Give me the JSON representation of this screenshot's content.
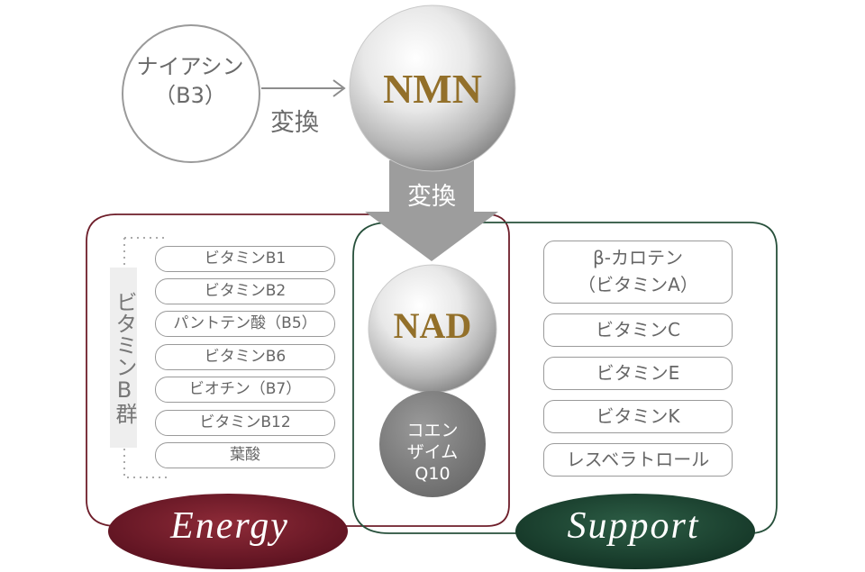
{
  "niacin": {
    "line1": "ナイアシン",
    "line2": "（B3）"
  },
  "conversion_top": "変換",
  "conversion_arrow": "変換",
  "nmn": "NMN",
  "nad": "NAD",
  "coq10": {
    "line1": "コエン",
    "line2": "ザイム",
    "line3": "Q10"
  },
  "vitamin_b_group_label": "ビタミンB群",
  "energy_items": [
    "ビタミンB1",
    "ビタミンB2",
    "パントテン酸（B5）",
    "ビタミンB6",
    "ビオチン（B7）",
    "ビタミンB12",
    "葉酸"
  ],
  "support_items": [
    "β-カロテン",
    "（ビタミンA）",
    "ビタミンC",
    "ビタミンE",
    "ビタミンK",
    "レスベラトロール"
  ],
  "energy_label": "Energy",
  "support_label": "Support",
  "colors": {
    "energy": "#7a1f2b",
    "support": "#1f4a36",
    "gold_text": "#93702a",
    "arrow_gray": "#9d9d9d"
  }
}
